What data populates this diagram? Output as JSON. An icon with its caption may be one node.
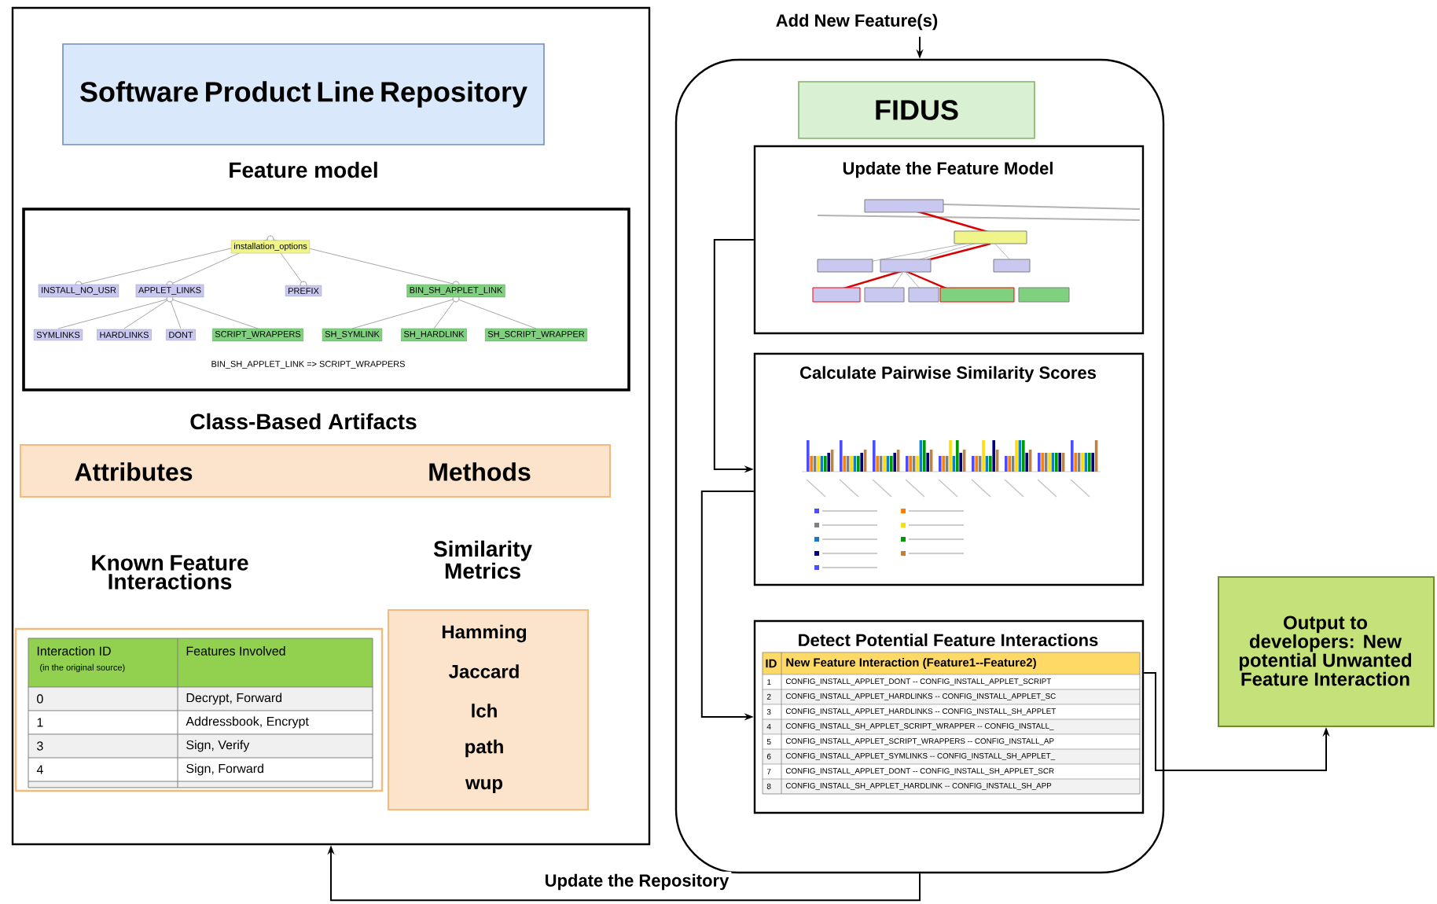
{
  "diagram": {
    "nodes": [
      {
        "text": [],
        "shape": "box"
      },
      {
        "text": [
          "Software Product Line Repository"
        ],
        "in": 0
      },
      {
        "text": [
          "Feature model"
        ],
        "in": 0
      },
      {
        "text": [
          "Class-Based Artifacts",
          "Attributes",
          "Methods"
        ],
        "in": 0
      },
      {
        "text": [
          "Known Feature Interactions"
        ],
        "in": 0
      },
      {
        "text": [
          "Similarity Metrics",
          "Hamming",
          "Jaccard",
          "lch",
          "path",
          "wup"
        ],
        "in": 0
      },
      {
        "text": [],
        "shape": "box"
      },
      {
        "text": [
          "FIDUS"
        ],
        "in": 6
      },
      {
        "text": [
          "Update the Feature Model"
        ],
        "in": 6
      },
      {
        "text": [
          "Calculate Pairwise  Similarity Scores"
        ],
        "in": 6
      },
      {
        "text": [
          "Detect Potential Feature Interactions"
        ],
        "in": 6
      },
      {
        "text": [
          "Output to developers: New potential Unwanted Feature Interaction"
        ]
      }
    ],
    "edges": [
      {
        "from": null,
        "to": 6,
        "arrow": "to",
        "label": "Add New Feature(s)"
      },
      {
        "from": 8,
        "to": 9,
        "arrow": "to"
      },
      {
        "from": 9,
        "to": 10,
        "arrow": "to"
      },
      {
        "from": 10,
        "to": 11,
        "arrow": "to"
      },
      {
        "from": 6,
        "to": 0,
        "arrow": "to",
        "label": "Update the Repository"
      }
    ],
    "labels": [
      "installation_options",
      "INSTALL_NO_USR",
      "APPLET_LINKS",
      "PREFIX",
      "BIN_SH_APPLET_LINK",
      "SYMLINKS",
      "HARDLINKS",
      "DONT",
      "SCRIPT_WRAPPERS",
      "SH_SYMLINK",
      "SH_HARDLINK",
      "SH_SCRIPT_WRAPPER",
      "BIN_SH_APPLET_LINK => SCRIPT_WRAPPERS",
      "Interaction ID",
      "(in the original source)",
      "Features Involved",
      "0",
      "Decrypt, Forward",
      "1",
      "Addressbook, Encrypt",
      "3",
      "Sign, Verify",
      "4",
      "Sign, Forward",
      "ID",
      "New Feature Interaction (Feature1--Feature2)",
      "1",
      "CONFIG_INSTALL_APPLET_DONT -- CONFIG_INSTALL_APPLET_SCRIPT",
      "2",
      "CONFIG_INSTALL_APPLET_HARDLINKS -- CONFIG_INSTALL_APPLET_SC",
      "3",
      "CONFIG_INSTALL_APPLET_HARDLINKS -- CONFIG_INSTALL_SH_APPLET",
      "4",
      "CONFIG_INSTALL_SH_APPLET_SCRIPT_WRAPPER -- CONFIG_INSTALL_",
      "5",
      "CONFIG_INSTALL_APPLET_SCRIPT_WRAPPERS -- CONFIG_INSTALL_AP",
      "6",
      "CONFIG_INSTALL_APPLET_SYMLINKS -- CONFIG_INSTALL_SH_APPLET_",
      "7",
      "CONFIG_INSTALL_APPLET_DONT -- CONFIG_INSTALL_SH_APPLET_SCR",
      "8",
      "CONFIG_INSTALL_SH_APPLET_HARDLINK -- CONFIG_INSTALL_SH_APP"
    ]
  }
}
